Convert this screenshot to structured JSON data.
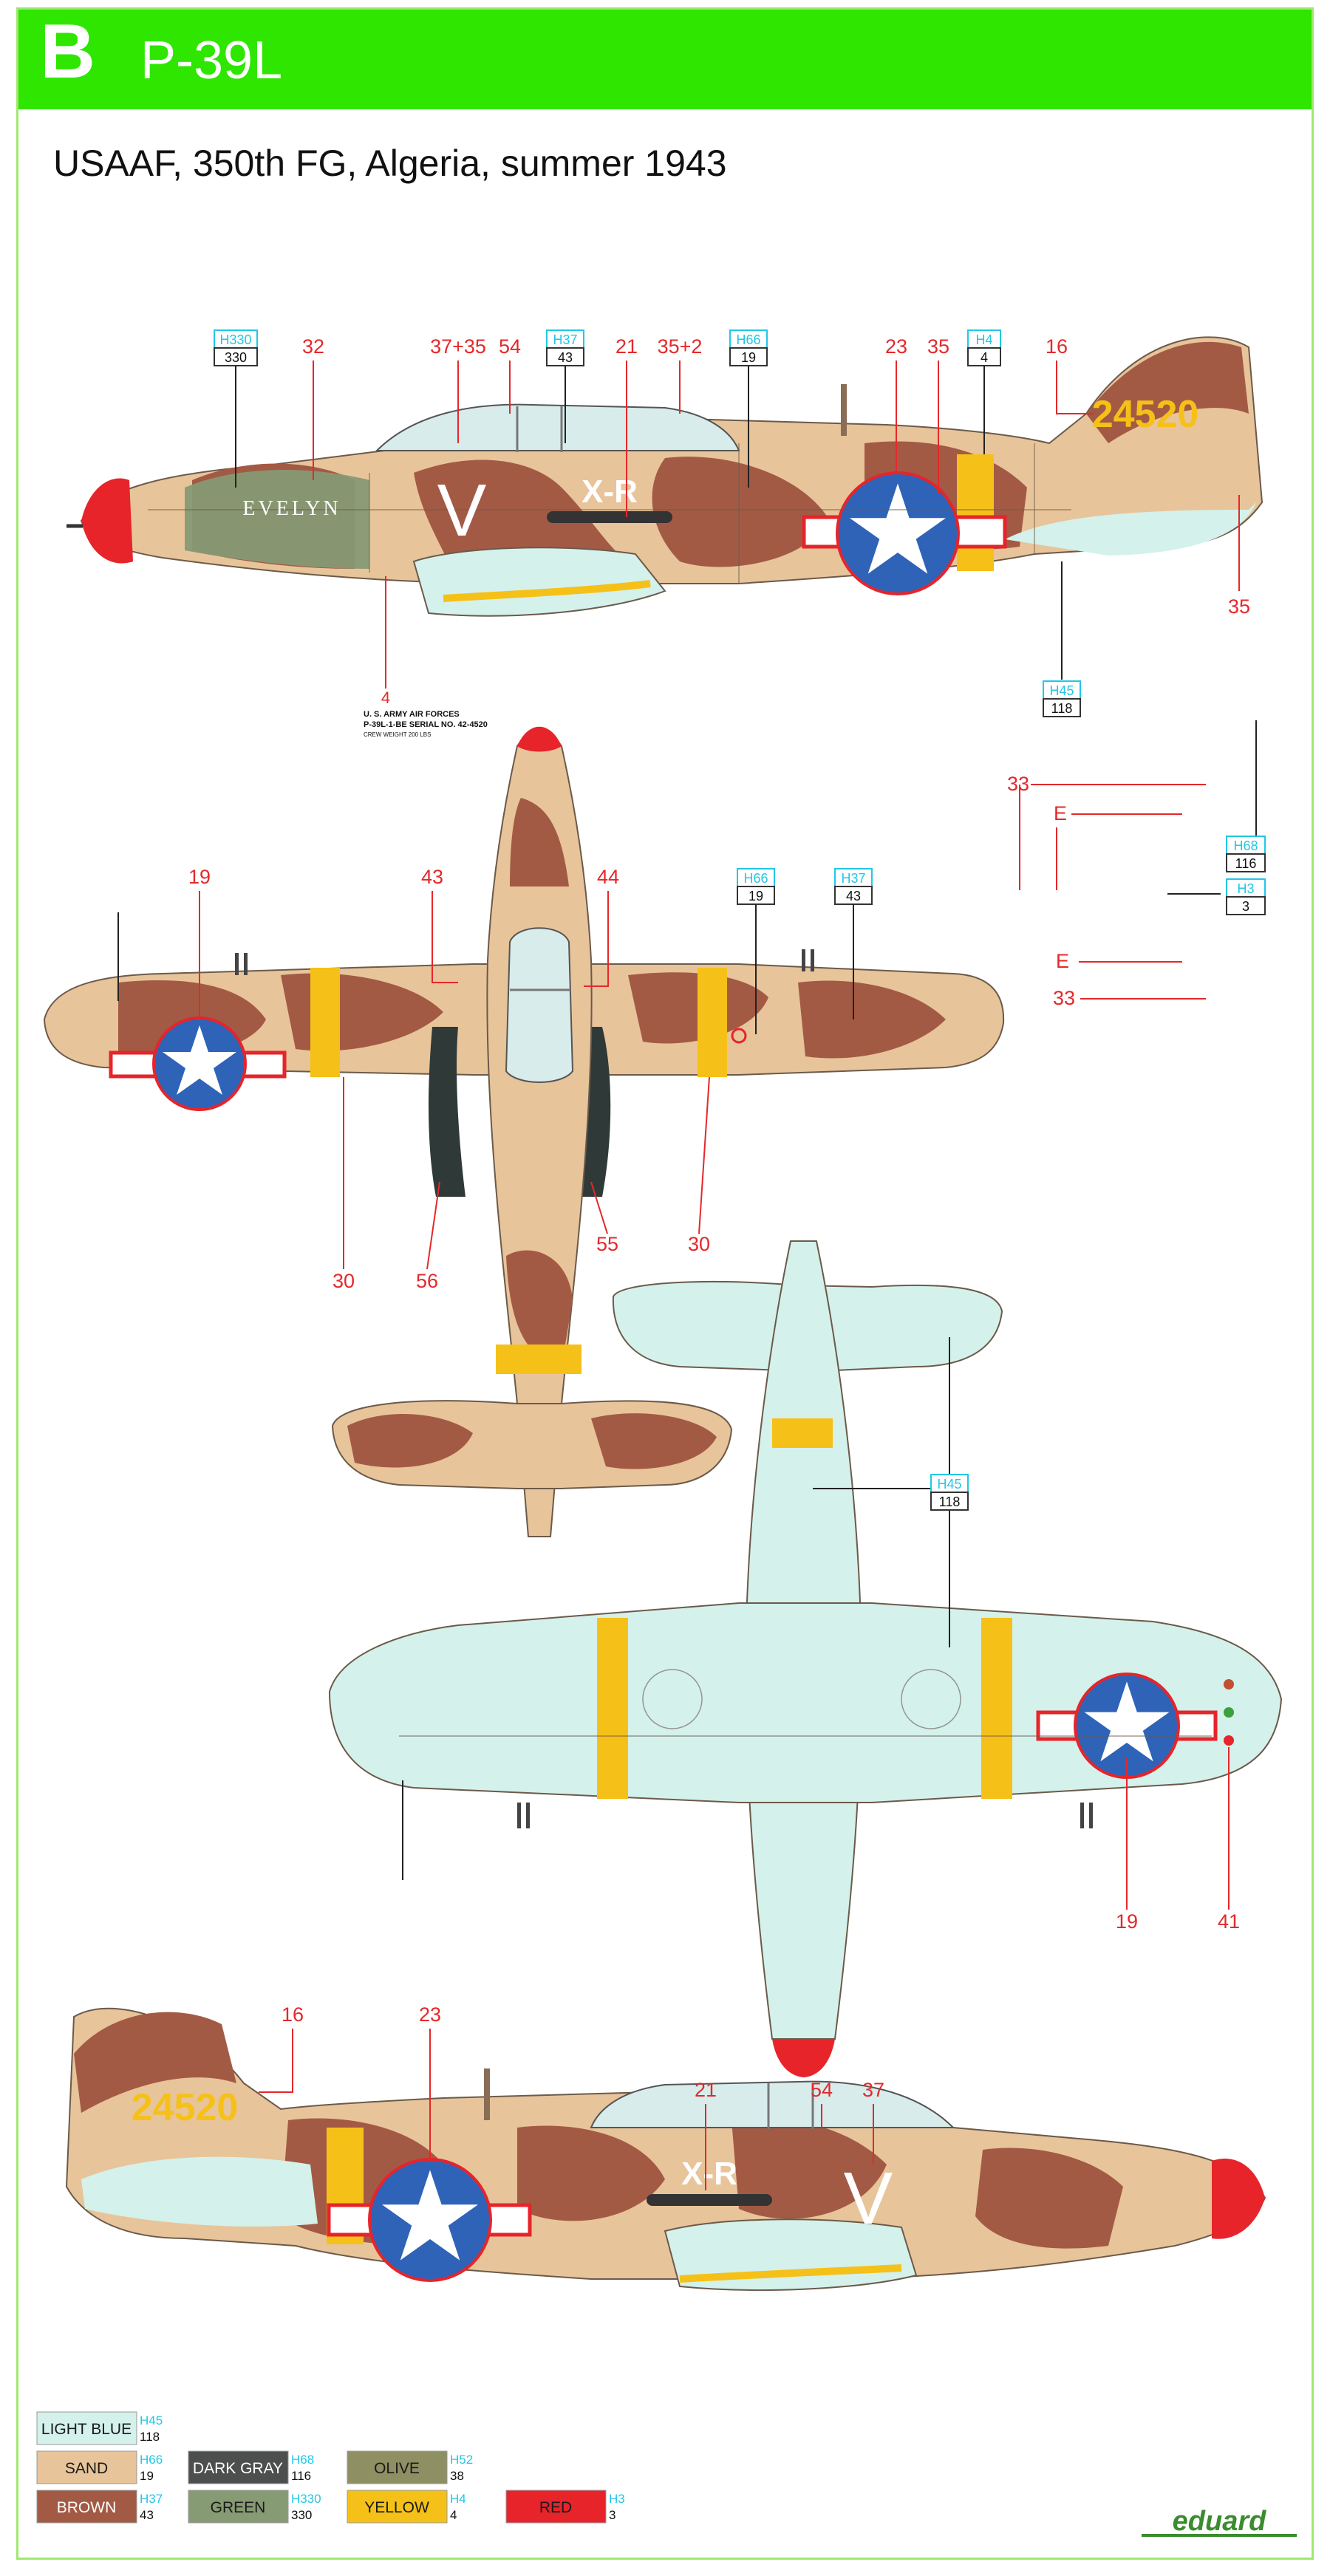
{
  "header": {
    "letter": "B",
    "model": "P-39L"
  },
  "subtitle": "USAAF, 350th FG, Algeria, summer 1943",
  "side_view": {
    "fuselage_name": "EVELYN",
    "code_letters": "X-R",
    "individual_letter": "V",
    "serial": "24520",
    "callouts": [
      "32",
      "37+35",
      "54",
      "21",
      "35+2",
      "23",
      "35",
      "16",
      "35",
      "4"
    ],
    "paint_boxes": [
      {
        "code": "H330",
        "num": "330"
      },
      {
        "code": "H37",
        "num": "43"
      },
      {
        "code": "H66",
        "num": "19"
      },
      {
        "code": "H4",
        "num": "4"
      },
      {
        "code": "H45",
        "num": "118"
      }
    ],
    "stencil": [
      "U. S. ARMY AIR FORCES",
      "P-39L-1-BE SERIAL NO. 42-4520",
      "CREW WEIGHT 200 LBS"
    ]
  },
  "top_view": {
    "callouts": [
      "19",
      "43",
      "44",
      "30",
      "56",
      "55",
      "30"
    ],
    "paint_boxes": [
      {
        "code": "H66",
        "num": "19"
      },
      {
        "code": "H37",
        "num": "43"
      }
    ]
  },
  "prop_detail": {
    "callouts": [
      "33",
      "E",
      "E",
      "33"
    ],
    "paint_boxes": [
      {
        "code": "H68",
        "num": "116"
      },
      {
        "code": "H3",
        "num": "3"
      }
    ]
  },
  "bottom_view": {
    "callouts": [
      "19",
      "41"
    ],
    "paint_boxes": [
      {
        "code": "H45",
        "num": "118"
      }
    ]
  },
  "side_view_right": {
    "serial": "24520",
    "code_letters": "X-R",
    "individual_letter": "V",
    "callouts": [
      "16",
      "23",
      "21",
      "54",
      "37"
    ]
  },
  "legend": [
    {
      "name": "LIGHT BLUE",
      "code": "H45",
      "num": "118",
      "color": "#d4f1ec",
      "text_color": "#1a1a1a"
    },
    {
      "name": "SAND",
      "code": "H66",
      "num": "19",
      "color": "#e8c49a",
      "text_color": "#1a1a1a"
    },
    {
      "name": "DARK GRAY",
      "code": "H68",
      "num": "116",
      "color": "#4d4f4f",
      "text_color": "#ffffff"
    },
    {
      "name": "OLIVE",
      "code": "H52",
      "num": "38",
      "color": "#8e8f63",
      "text_color": "#1a1a1a"
    },
    {
      "name": "BROWN",
      "code": "H37",
      "num": "43",
      "color": "#a35a45",
      "text_color": "#ffffff"
    },
    {
      "name": "GREEN",
      "code": "H330",
      "num": "330",
      "color": "#869a74",
      "text_color": "#1a1a1a"
    },
    {
      "name": "YELLOW",
      "code": "H4",
      "num": "4",
      "color": "#f5c118",
      "text_color": "#1a1a1a"
    },
    {
      "name": "RED",
      "code": "H3",
      "num": "3",
      "color": "#e6242a",
      "text_color": "#1a1a1a"
    }
  ],
  "brand": "eduard",
  "colors": {
    "banner": "#2ee600",
    "sand": "#e8c49a",
    "brown": "#a35a45",
    "light_blue": "#d4f1ec",
    "yellow": "#f5c118",
    "red": "#e6242a",
    "insignia_blue": "#2f63b8",
    "callout_red": "#e5282a",
    "box_cyan": "#22c7e6"
  }
}
